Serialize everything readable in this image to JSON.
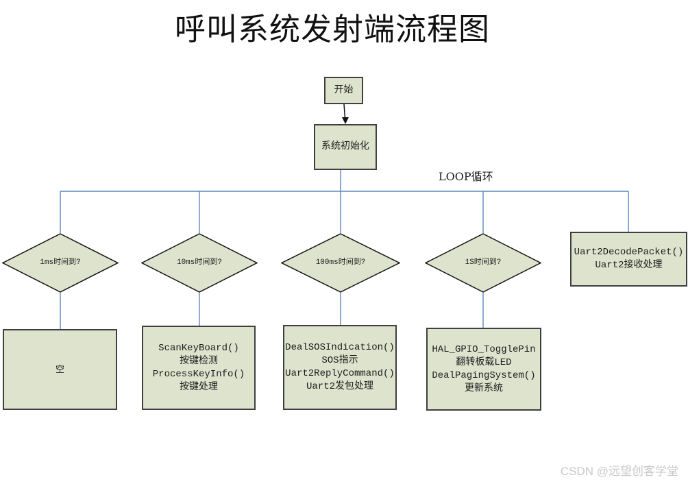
{
  "title": "呼叫系统发射端流程图",
  "colors": {
    "node_fill": "#dde3cd",
    "node_border": "#3f3f3f",
    "connector_blue": "#5e85bd",
    "arrow_black": "#111111"
  },
  "flowchart": {
    "start_label": "开始",
    "init_label": "系统初始化",
    "loop_label": "LOOP循环",
    "decisions": [
      {
        "label": "1ms时间到?"
      },
      {
        "label": "10ms时间到?"
      },
      {
        "label": "100ms时间到?"
      },
      {
        "label": "1S时间到?"
      }
    ],
    "actions": [
      {
        "lines": [
          "空"
        ]
      },
      {
        "lines": [
          "ScanKeyBoard()",
          "按键检测",
          "ProcessKeyInfo()",
          "按键处理"
        ]
      },
      {
        "lines": [
          "DealSOSIndication()",
          "SOS指示",
          "Uart2ReplyCommand()",
          "Uart2发包处理"
        ]
      },
      {
        "lines": [
          "HAL_GPIO_TogglePin",
          "翻转板载LED",
          "DealPagingSystem()",
          "更新系统"
        ]
      }
    ],
    "uart_box": {
      "lines": [
        "Uart2DecodePacket()",
        "Uart2接收处理"
      ]
    }
  },
  "watermark": "CSDN @远望创客学堂"
}
